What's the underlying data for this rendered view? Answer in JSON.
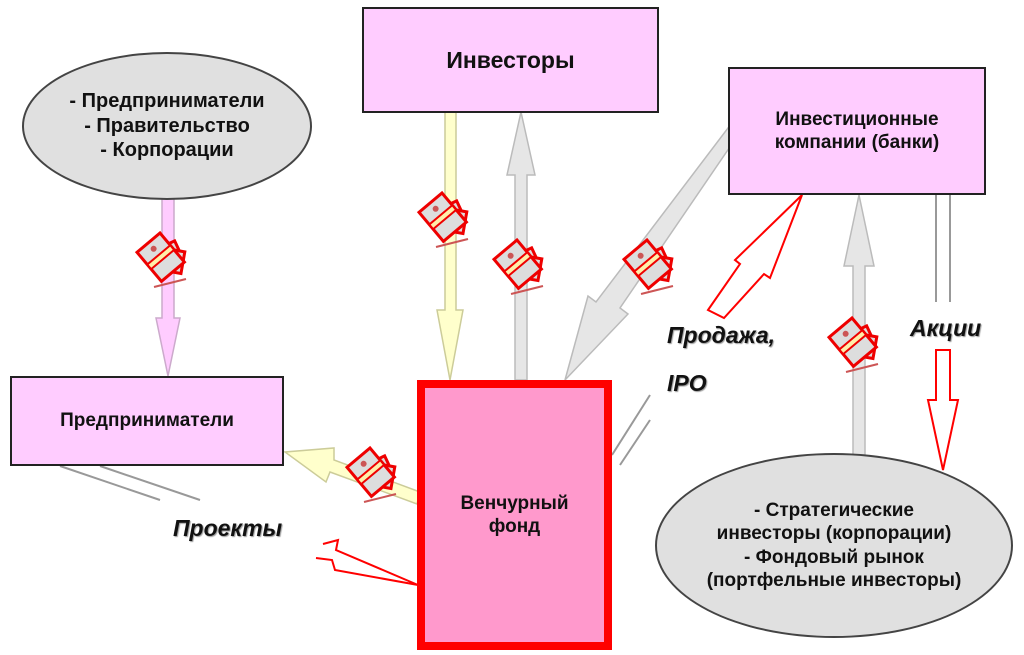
{
  "nodes": {
    "investors": "Инвесторы",
    "sources": "- Предприниматели\n- Правительство\n- Корпорации",
    "investment_companies": "Инвестиционные\nкомпании (банки)",
    "entrepreneurs": "Предприниматели",
    "venture_fund": "Венчурный\nфонд",
    "exit_buyers": "- Стратегические\nинвесторы (корпорации)\n- Фондовый рынок\n(портфельные инвесторы)"
  },
  "labels": {
    "sale": "Продажа,",
    "ipo": "IPO",
    "shares": "Акции",
    "projects": "Проекты"
  },
  "icons": {
    "money": "money-stack-icon"
  },
  "colors": {
    "box_fill": "#ffccff",
    "fund_fill": "#ff99cc",
    "fund_border": "#ff0000",
    "ellipse_fill": "#e0e0e0",
    "arrow_gray": "#e6e6e6",
    "arrow_yellow": "#ffffcc",
    "arrow_pink": "#ffccff",
    "arrow_red": "#ff0000"
  }
}
